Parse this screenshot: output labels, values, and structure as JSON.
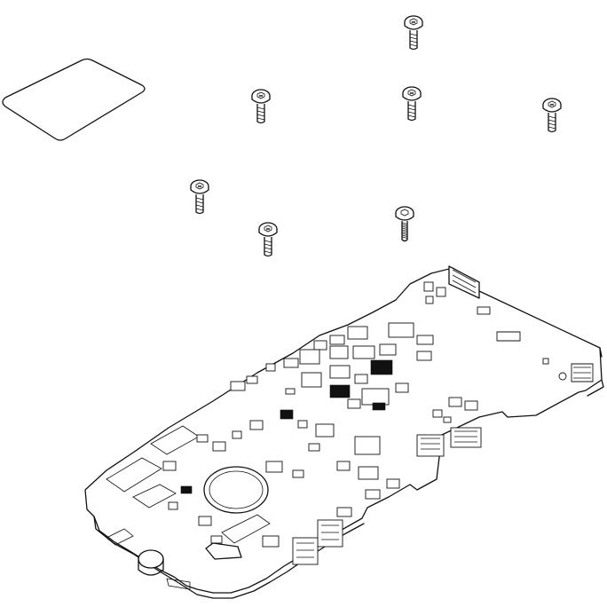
{
  "diagram": {
    "parts": [
      {
        "id": "thermal-pad",
        "kind": "pad"
      },
      {
        "id": "screw-1",
        "kind": "screw"
      },
      {
        "id": "screw-2",
        "kind": "screw"
      },
      {
        "id": "screw-3",
        "kind": "screw"
      },
      {
        "id": "screw-4",
        "kind": "screw"
      },
      {
        "id": "screw-5",
        "kind": "screw"
      },
      {
        "id": "screw-6",
        "kind": "screw"
      },
      {
        "id": "screw-7",
        "kind": "screw-fine-thread"
      },
      {
        "id": "logic-board",
        "kind": "board"
      }
    ]
  }
}
